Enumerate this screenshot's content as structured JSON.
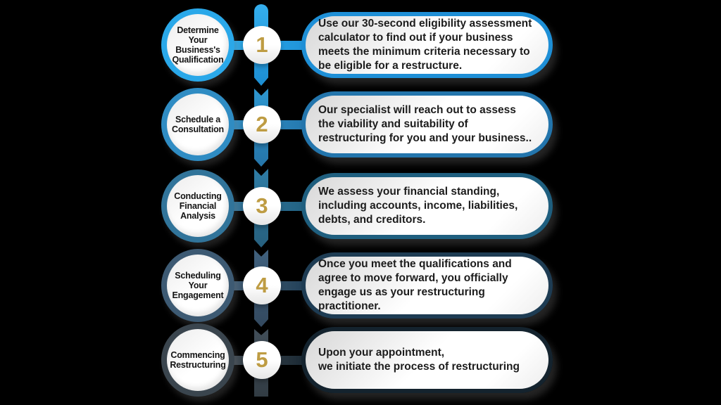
{
  "diagram": {
    "background_color": "#000000",
    "number_color": "#BE9C43",
    "steps": [
      {
        "number": "1",
        "title": "Determine\nYour\nBusiness's\nQualification",
        "description": "Use our 30-second eligibility assessment\ncalculator to find out if your business\nmeets the minimum criteria necessary to\nbe eligible for a restructure.",
        "colors": {
          "ring": "#2AA8E9",
          "box_border": "#1E8FD6",
          "segment_top": "#34AEED",
          "segment_bottom": "#1C8ED3"
        }
      },
      {
        "number": "2",
        "title": "Schedule a\nConsultation",
        "description": "Our specialist will reach out to assess\nthe viability and suitability of\nrestructuring for you and your business..",
        "colors": {
          "ring": "#2F8CC3",
          "box_border": "#2375AC",
          "segment_top": "#2E97D0",
          "segment_bottom": "#2575A9"
        }
      },
      {
        "number": "3",
        "title": "Conducting\nFinancial\nAnalysis",
        "description": "We assess your financial standing,\nincluding accounts, income, liabilities,\ndebts, and creditors.",
        "colors": {
          "ring": "#31749A",
          "box_border": "#1F5F7F",
          "segment_top": "#2F7DA6",
          "segment_bottom": "#27607E"
        }
      },
      {
        "number": "4",
        "title": "Scheduling\nYour\nEngagement",
        "description": "Once you meet the qualifications and\nagree to move forward, you officially\nengage us as your restructuring\npractitioner.",
        "colors": {
          "ring": "#3D5A73",
          "box_border": "#1E3C53",
          "segment_top": "#40617E",
          "segment_bottom": "#33495F"
        }
      },
      {
        "number": "5",
        "title": "Commencing\nRestructuring",
        "description": "Upon your appointment,\nwe initiate the process of restructuring",
        "colors": {
          "ring": "#3A454E",
          "box_border": "#14232E",
          "segment_top": "#414E59",
          "segment_bottom": "#323C44"
        }
      }
    ]
  }
}
